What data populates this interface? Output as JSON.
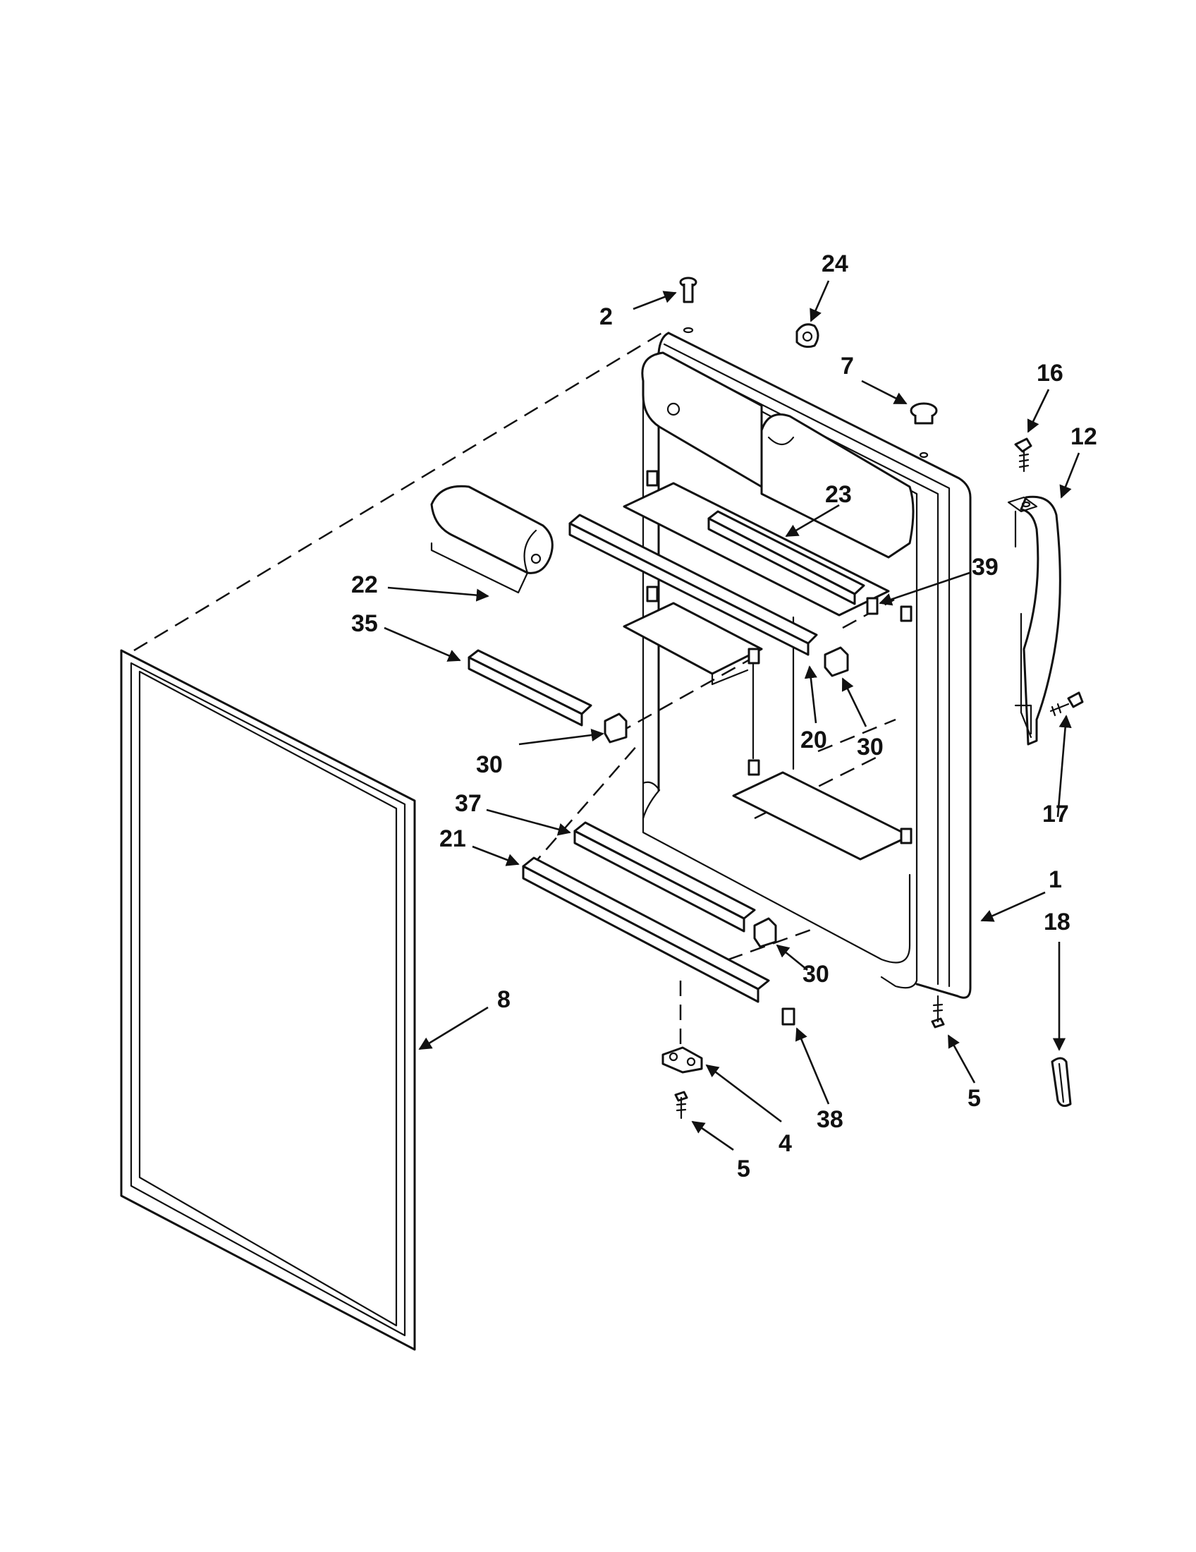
{
  "diagram": {
    "line_color": "#111111",
    "background": "#ffffff",
    "callouts": {
      "c1": "1",
      "c2": "2",
      "c4": "4",
      "c5a": "5",
      "c5b": "5",
      "c7": "7",
      "c8": "8",
      "c12": "12",
      "c16": "16",
      "c17": "17",
      "c18": "18",
      "c20": "20",
      "c21": "21",
      "c22": "22",
      "c23": "23",
      "c24": "24",
      "c30a": "30",
      "c30b": "30",
      "c30c": "30",
      "c35": "35",
      "c37": "37",
      "c38": "38",
      "c39": "39"
    }
  }
}
